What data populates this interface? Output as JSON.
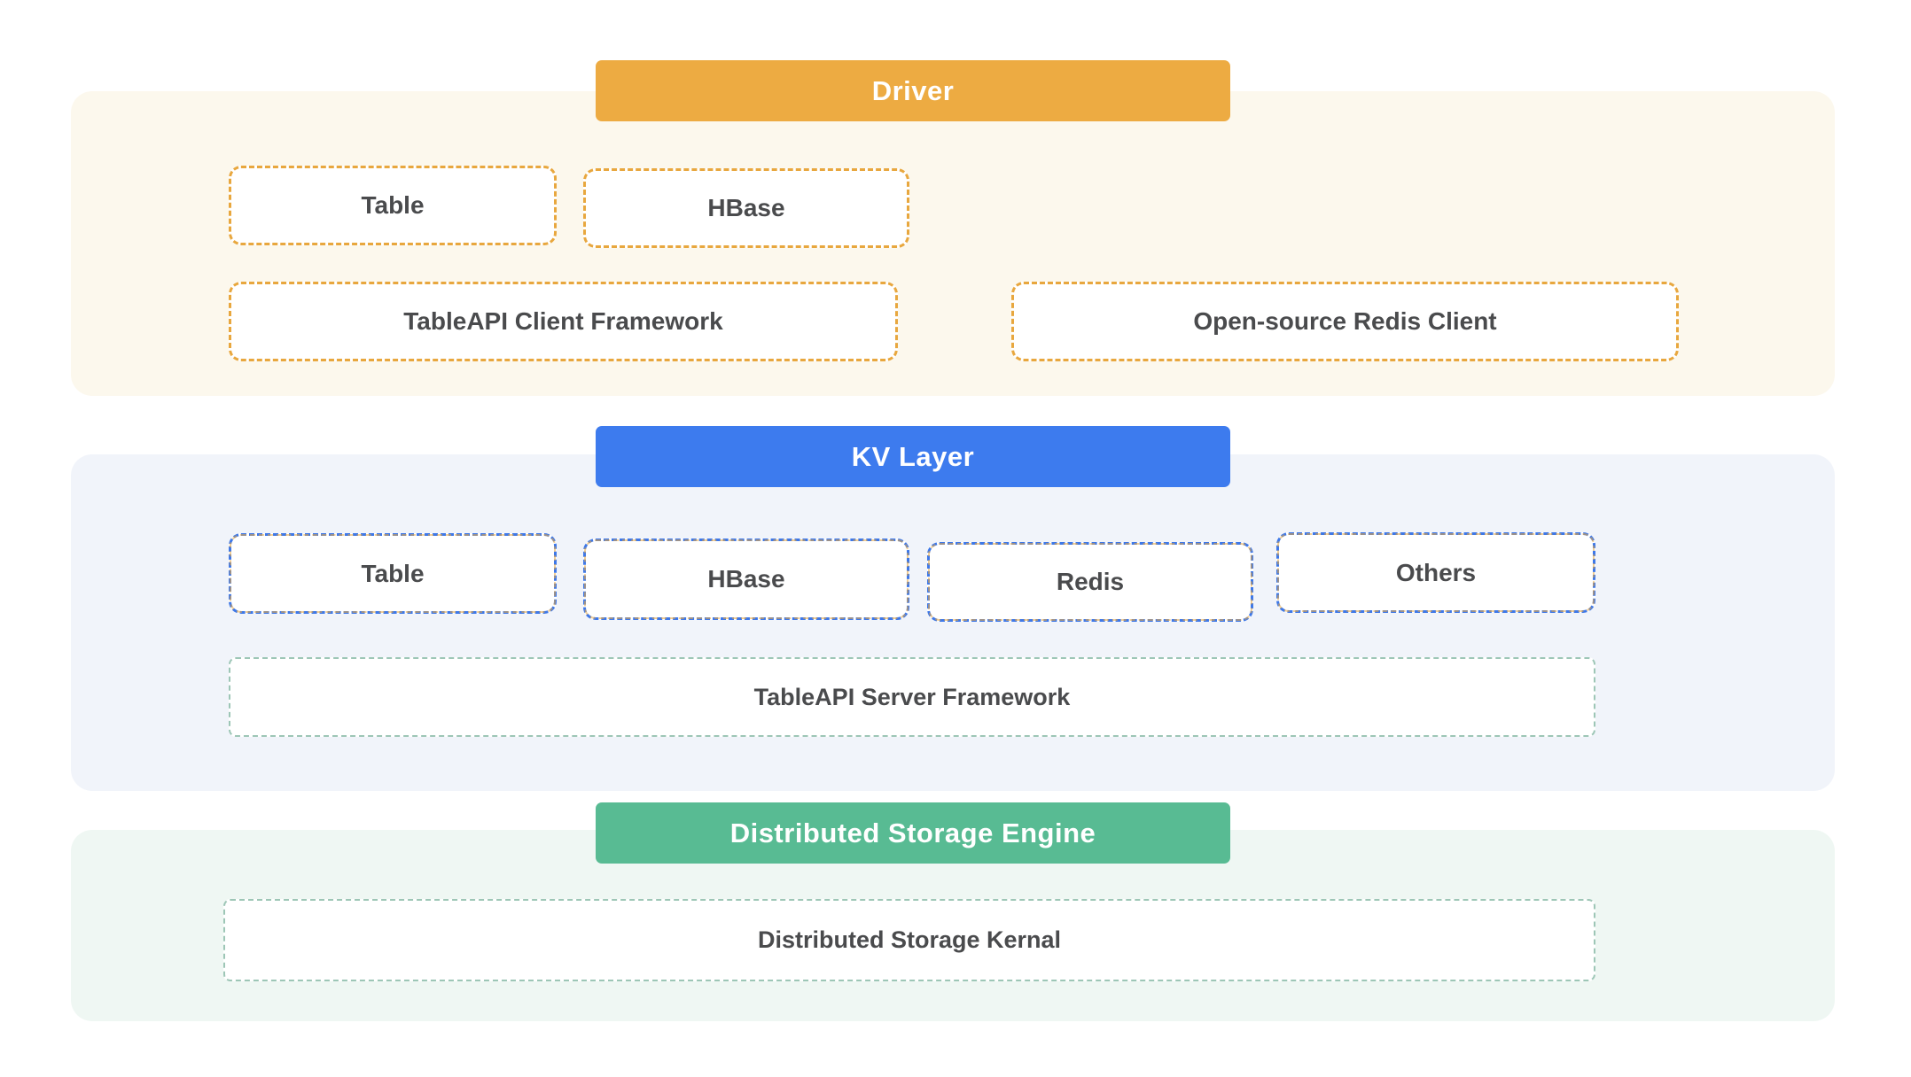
{
  "colors": {
    "driver_accent": "#EDAB42",
    "driver_panel_bg": "#FCF8ED",
    "driver_box_border": "#E8A73E",
    "kv_accent": "#3D7BEE",
    "kv_panel_bg": "#F1F4FA",
    "kv_box_border": "#3E78E8",
    "storage_accent": "#58BB93",
    "storage_panel_bg": "#EFF7F3",
    "teal_box_border": "#9DC6B6",
    "box_text": "#4A4B4D",
    "header_text": "#FFFFFF"
  },
  "layers": {
    "driver": {
      "title": "Driver",
      "boxes": {
        "table": "Table",
        "hbase": "HBase",
        "client_framework": "TableAPI Client Framework",
        "redis_client": "Open-source Redis Client"
      }
    },
    "kv": {
      "title": "KV Layer",
      "boxes": {
        "table": "Table",
        "hbase": "HBase",
        "redis": "Redis",
        "others": "Others",
        "server_framework": "TableAPI Server Framework"
      }
    },
    "storage": {
      "title": "Distributed Storage Engine",
      "boxes": {
        "kernal": "Distributed Storage Kernal"
      }
    }
  }
}
